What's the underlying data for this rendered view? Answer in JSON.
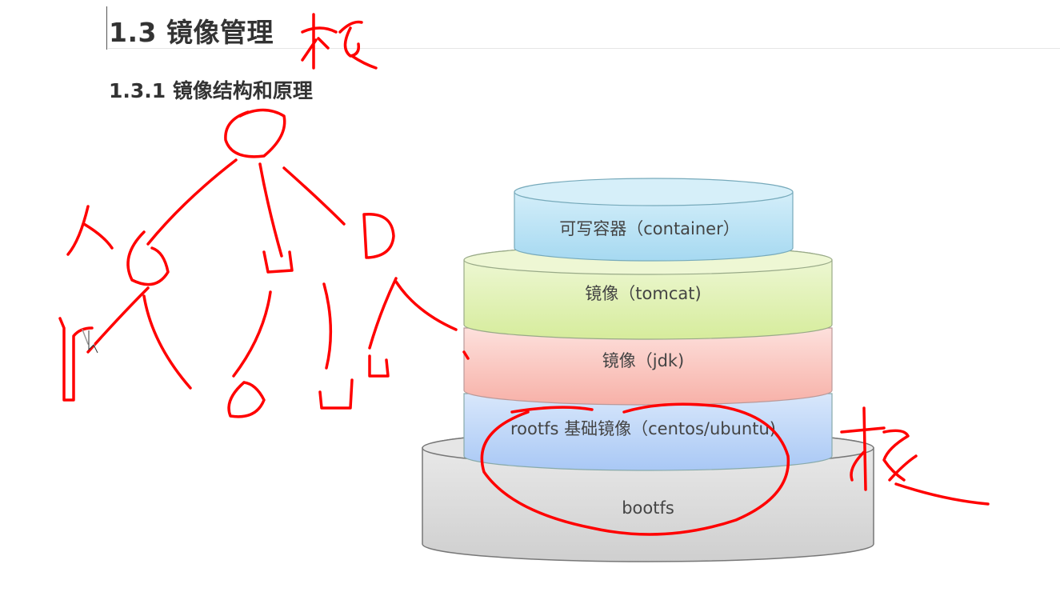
{
  "heading": "1.3 镜像管理",
  "subheading": "1.3.1 镜像结构和原理",
  "diagram": {
    "layers": [
      {
        "label": "可写容器（container）",
        "color": "#bfe6f7"
      },
      {
        "label": "镜像（tomcat)",
        "color": "#e3f3bd"
      },
      {
        "label": "镜像（jdk)",
        "color": "#fbc9c2"
      },
      {
        "label": "rootfs 基础镜像（centos/ubuntu)",
        "color": "#c6dcf9"
      },
      {
        "label": "bootfs",
        "color": "#dedede"
      }
    ]
  },
  "annotation_color": "#ff0000"
}
